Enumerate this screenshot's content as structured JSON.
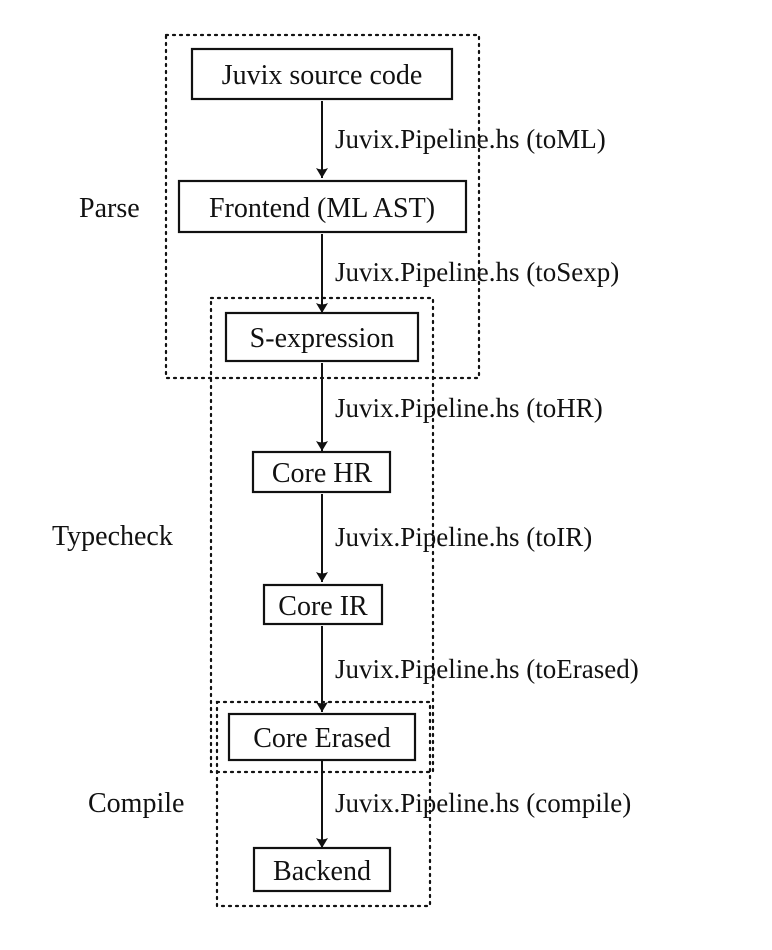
{
  "nodes": {
    "source": "Juvix source code",
    "frontend": "Frontend (ML AST)",
    "sexp": "S-expression",
    "hr": "Core HR",
    "ir": "Core IR",
    "erased": "Core Erased",
    "backend": "Backend"
  },
  "edges": {
    "to_ml": "Juvix.Pipeline.hs (toML)",
    "to_sexp": "Juvix.Pipeline.hs (toSexp)",
    "to_hr": "Juvix.Pipeline.hs (toHR)",
    "to_ir": "Juvix.Pipeline.hs (toIR)",
    "to_erased": "Juvix.Pipeline.hs (toErased)",
    "compile": "Juvix.Pipeline.hs (compile)"
  },
  "groups": {
    "parse": "Parse",
    "typecheck": "Typecheck",
    "compile": "Compile"
  }
}
